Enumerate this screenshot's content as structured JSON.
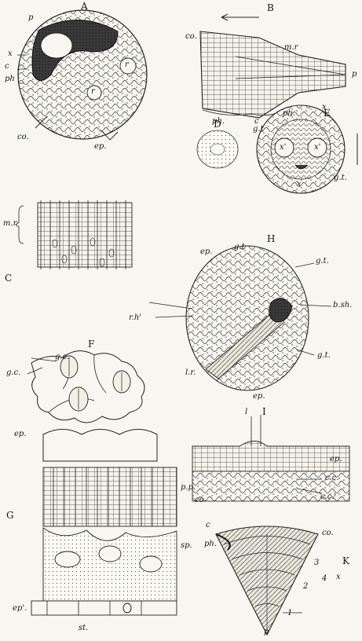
{
  "figures": {
    "A": {
      "letter": "A",
      "labels": {
        "p": "p",
        "x": "x",
        "c": "c",
        "ph": "ph",
        "r1": "r",
        "r2": "r",
        "co": "co.",
        "ep": "ep."
      }
    },
    "B": {
      "letter": "B",
      "labels": {
        "co": "co.",
        "mr": "m.r",
        "p": "p",
        "x": "x",
        "ph": "ph.",
        "c": "c"
      }
    },
    "C": {
      "letter": "C",
      "labels": {
        "mr": "m.r"
      }
    },
    "D": {
      "letter": "D"
    },
    "E": {
      "letter": "E",
      "labels": {
        "ph": "ph.",
        "gt1": "g.t",
        "x1a": "x'",
        "x1b": "x'",
        "x": "x",
        "gt2": "g.t."
      }
    },
    "F": {
      "letter": "F",
      "labels": {
        "gc1": "g.c.",
        "gc2": "g.c."
      }
    },
    "G": {
      "letter": "G",
      "labels": {
        "ep": "ep.",
        "pp": "p.p.",
        "sp": "sp.",
        "ep2": "ep'.",
        "st": "st."
      }
    },
    "H": {
      "letter": "H",
      "labels": {
        "ep1": "ep.",
        "gt1": "g.t",
        "gt2": "g.t.",
        "rh": "r.h'",
        "bsh": "b.sh.",
        "lr": "l.r.",
        "gt3": "g.t.",
        "ep2": "ep."
      }
    },
    "I": {
      "letter": "I",
      "labels": {
        "l": "l",
        "ep": "ep.",
        "co": "co",
        "cc1": "c.c.",
        "cc2": "c.c.'"
      }
    },
    "K": {
      "letter": "K",
      "labels": {
        "c": "c",
        "ph": "ph.",
        "co": "co.",
        "n3": "3",
        "n4": "4",
        "x": "x",
        "n2": "2",
        "n1": "1",
        "p": "p"
      }
    }
  },
  "colors": {
    "ink": "#1b1b1b",
    "paper": "#f7f6f1",
    "cell": "#efece4",
    "dark": "#262626"
  }
}
